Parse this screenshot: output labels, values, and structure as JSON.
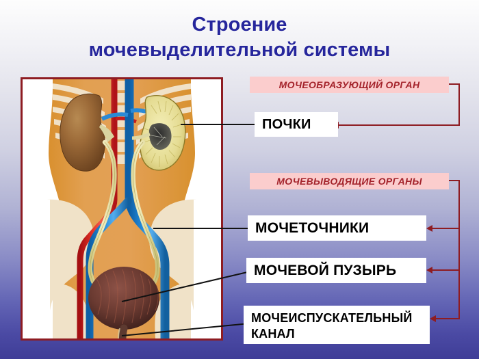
{
  "slide": {
    "title_line1": "Строение",
    "title_line2": "мочевыделительной системы",
    "title_color": "#26269c",
    "background_top": "#fdfdfd",
    "background_bottom": "#3f3d97"
  },
  "figure": {
    "caption": "",
    "frame_color": "#8e1c22",
    "organs": [
      {
        "name": "kidney-left-whole",
        "color": "#9a6a38"
      },
      {
        "name": "kidney-right-section",
        "color": "#e8e2a0"
      },
      {
        "name": "aorta",
        "color": "#d62020"
      },
      {
        "name": "vena-cava",
        "color": "#1f7ed0"
      },
      {
        "name": "ureters",
        "color": "#eceaa8"
      },
      {
        "name": "bladder",
        "color": "#6b3b32"
      },
      {
        "name": "skin",
        "color": "#e0973f"
      },
      {
        "name": "bones",
        "color": "#f0e2c8"
      }
    ]
  },
  "callouts": {
    "groups": [
      {
        "id": "forming",
        "label": "МОЧЕОБРАЗУЮЩИЙ ОРГАН",
        "bg": "#fbcdcd",
        "fg": "#a4232b"
      },
      {
        "id": "excreting",
        "label": "МОЧЕВЫВОДЯЩИЕ  ОРГАНЫ",
        "bg": "#fbcdcd",
        "fg": "#a4232b"
      }
    ],
    "organs": [
      {
        "id": "kidneys",
        "label": "ПОЧКИ",
        "group": "forming"
      },
      {
        "id": "ureters",
        "label": "МОЧЕТОЧНИКИ",
        "group": "excreting"
      },
      {
        "id": "bladder",
        "label": "МОЧЕВОЙ ПУЗЫРЬ",
        "group": "excreting"
      },
      {
        "id": "urethra_l1",
        "label": "МОЧЕИСПУСКАТЕЛЬНЫЙ",
        "group": "excreting"
      },
      {
        "id": "urethra_l2",
        "label": "КАНАЛ",
        "group": "excreting"
      }
    ],
    "connector_color": "#8e1c22",
    "leader_color": "#121212"
  }
}
